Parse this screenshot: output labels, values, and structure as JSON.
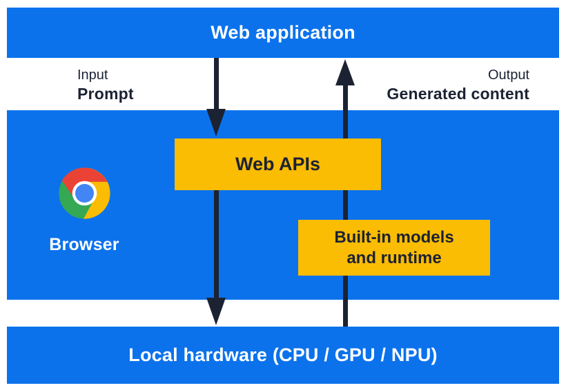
{
  "colors": {
    "panel_blue": "#0b72ec",
    "box_yellow": "#fbbc04",
    "ink_navy": "#1b2232",
    "text_white": "#ffffff",
    "chrome_red": "#ea4335",
    "chrome_yellow": "#fbbc04",
    "chrome_green": "#34a853",
    "chrome_blue": "#4285f4",
    "chrome_ring_white": "#ffffff"
  },
  "top_bar": {
    "label": "Web application"
  },
  "io_labels": {
    "input_title": "Input",
    "input_value": "Prompt",
    "output_title": "Output",
    "output_value": "Generated content"
  },
  "browser_panel": {
    "browser_label": "Browser",
    "web_apis_label": "Web APIs",
    "builtin_box_lines": [
      "Built-in models",
      "and runtime"
    ]
  },
  "bottom_bar": {
    "label": "Local hardware (CPU / GPU / NPU)"
  },
  "icons": {
    "chrome_logo": "chrome-logo"
  }
}
